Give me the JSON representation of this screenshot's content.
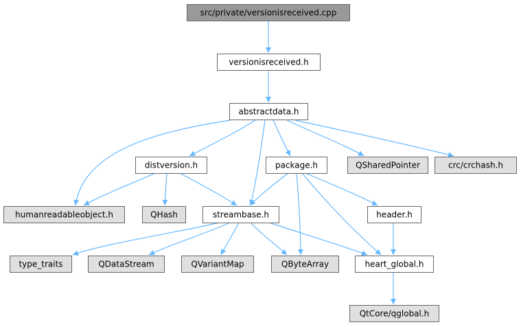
{
  "colors": {
    "root_fill": "#999999",
    "local_fill": "#ffffff",
    "external_fill": "#e0e0e0",
    "border": "#666666",
    "edge": "#63b8ff"
  },
  "nodes": [
    {
      "id": "root",
      "label": "src/private/versionisreceived.cpp",
      "kind": "root"
    },
    {
      "id": "versionisreceived_h",
      "label": "versionisreceived.h",
      "kind": "local"
    },
    {
      "id": "abstractdata_h",
      "label": "abstractdata.h",
      "kind": "local"
    },
    {
      "id": "distversion_h",
      "label": "distversion.h",
      "kind": "local"
    },
    {
      "id": "package_h",
      "label": "package.h",
      "kind": "local"
    },
    {
      "id": "QSharedPointer",
      "label": "QSharedPointer",
      "kind": "external"
    },
    {
      "id": "crc_crchash_h",
      "label": "crc/crchash.h",
      "kind": "external"
    },
    {
      "id": "humanreadableobject_h",
      "label": "humanreadableobject.h",
      "kind": "external"
    },
    {
      "id": "QHash",
      "label": "QHash",
      "kind": "external"
    },
    {
      "id": "streambase_h",
      "label": "streambase.h",
      "kind": "local"
    },
    {
      "id": "header_h",
      "label": "header.h",
      "kind": "local"
    },
    {
      "id": "type_traits",
      "label": "type_traits",
      "kind": "external"
    },
    {
      "id": "QDataStream",
      "label": "QDataStream",
      "kind": "external"
    },
    {
      "id": "QVariantMap",
      "label": "QVariantMap",
      "kind": "external"
    },
    {
      "id": "QByteArray",
      "label": "QByteArray",
      "kind": "external"
    },
    {
      "id": "heart_global_h",
      "label": "heart_global.h",
      "kind": "local"
    },
    {
      "id": "qtcore_qglobal_h",
      "label": "QtCore/qglobal.h",
      "kind": "external"
    }
  ],
  "edges": [
    [
      "root",
      "versionisreceived_h"
    ],
    [
      "versionisreceived_h",
      "abstractdata_h"
    ],
    [
      "abstractdata_h",
      "humanreadableobject_h"
    ],
    [
      "abstractdata_h",
      "distversion_h"
    ],
    [
      "abstractdata_h",
      "streambase_h"
    ],
    [
      "abstractdata_h",
      "package_h"
    ],
    [
      "abstractdata_h",
      "QSharedPointer"
    ],
    [
      "abstractdata_h",
      "crc_crchash_h"
    ],
    [
      "distversion_h",
      "humanreadableobject_h"
    ],
    [
      "distversion_h",
      "QHash"
    ],
    [
      "distversion_h",
      "streambase_h"
    ],
    [
      "package_h",
      "streambase_h"
    ],
    [
      "package_h",
      "QByteArray"
    ],
    [
      "package_h",
      "header_h"
    ],
    [
      "package_h",
      "heart_global_h"
    ],
    [
      "streambase_h",
      "type_traits"
    ],
    [
      "streambase_h",
      "QDataStream"
    ],
    [
      "streambase_h",
      "QVariantMap"
    ],
    [
      "streambase_h",
      "QByteArray"
    ],
    [
      "streambase_h",
      "heart_global_h"
    ],
    [
      "header_h",
      "heart_global_h"
    ],
    [
      "heart_global_h",
      "qtcore_qglobal_h"
    ]
  ]
}
